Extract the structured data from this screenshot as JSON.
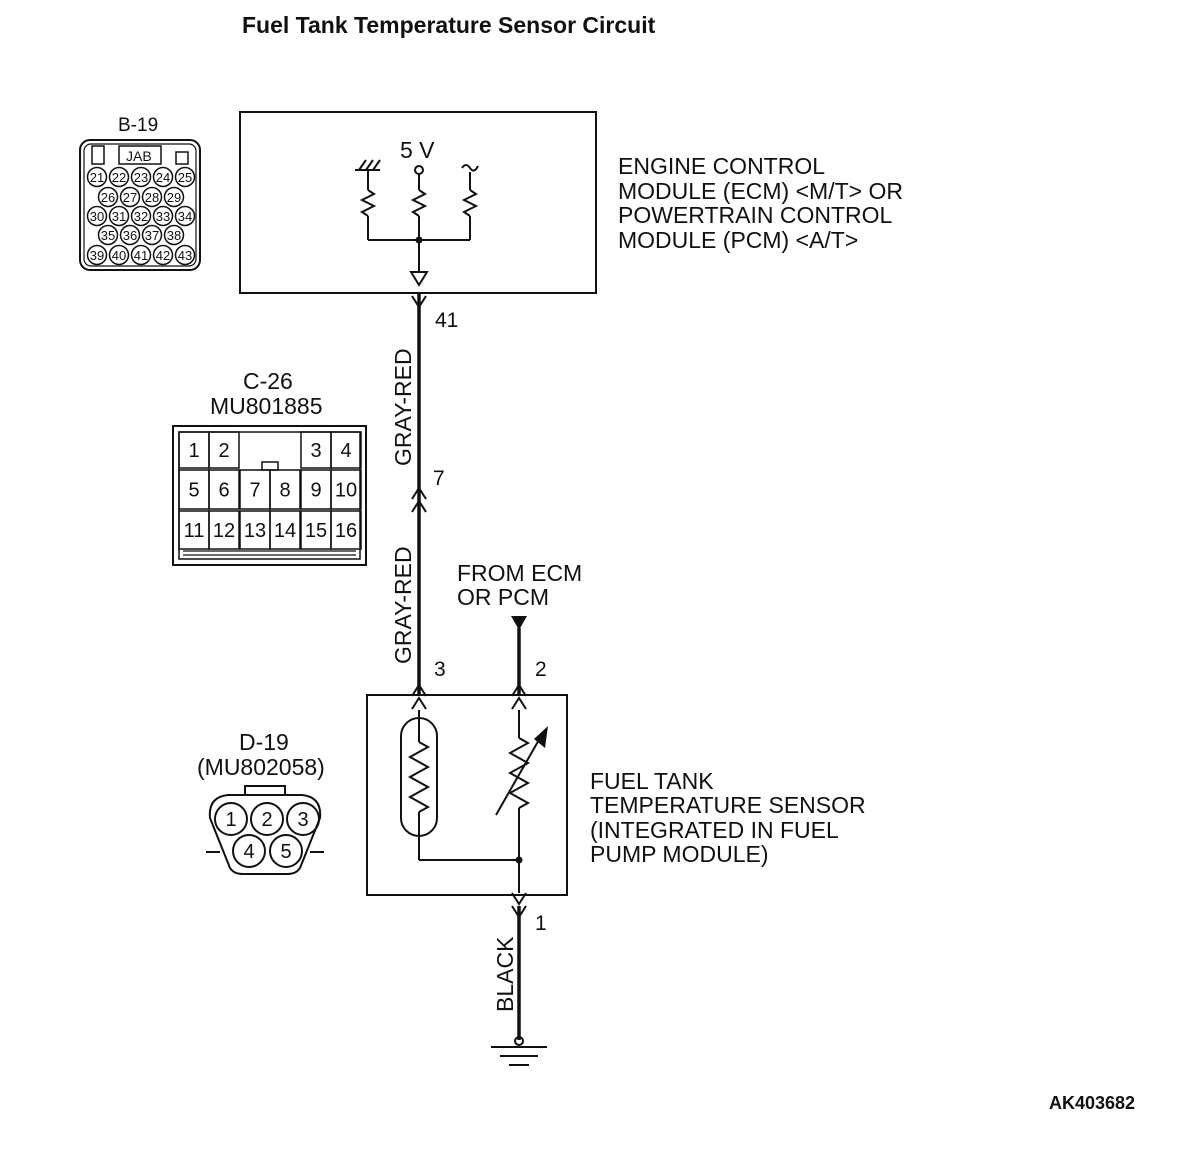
{
  "title": "Fuel Tank Temperature Sensor Circuit",
  "figure_code": "AK403682",
  "ecm": {
    "voltage": "5 V",
    "label_lines": [
      "ENGINE CONTROL",
      "MODULE (ECM) <M/T> OR",
      "POWERTRAIN CONTROL",
      "MODULE (PCM) <A/T>"
    ],
    "pin": "41"
  },
  "wires": {
    "upper_color": "GRAY-RED",
    "middle_color": "GRAY-RED",
    "ground_color": "BLACK"
  },
  "junction_pin": "7",
  "from_ecm_lines": [
    "FROM ECM",
    "OR PCM"
  ],
  "sensor": {
    "pin_signal": "3",
    "pin_feed": "2",
    "pin_ground": "1",
    "label_lines": [
      "FUEL TANK",
      "TEMPERATURE SENSOR",
      "(INTEGRATED IN FUEL",
      "PUMP MODULE)"
    ]
  },
  "connectors": {
    "b19": {
      "name": "B-19",
      "tag": "JAB",
      "rows": [
        [
          "21",
          "22",
          "23",
          "24",
          "25"
        ],
        [
          "26",
          "27",
          "28",
          "29"
        ],
        [
          "30",
          "31",
          "32",
          "33",
          "34"
        ],
        [
          "35",
          "36",
          "37",
          "38"
        ],
        [
          "39",
          "40",
          "41",
          "42",
          "43"
        ]
      ]
    },
    "c26": {
      "name": "C-26",
      "part": "MU801885",
      "rows": [
        [
          "1",
          "2",
          "",
          "",
          "3",
          "4"
        ],
        [
          "5",
          "6",
          "7",
          "8",
          "9",
          "10"
        ],
        [
          "11",
          "12",
          "13",
          "14",
          "15",
          "16"
        ]
      ]
    },
    "d19": {
      "name": "D-19",
      "part": "(MU802058)",
      "pins": [
        "1",
        "2",
        "3",
        "4",
        "5"
      ]
    }
  }
}
